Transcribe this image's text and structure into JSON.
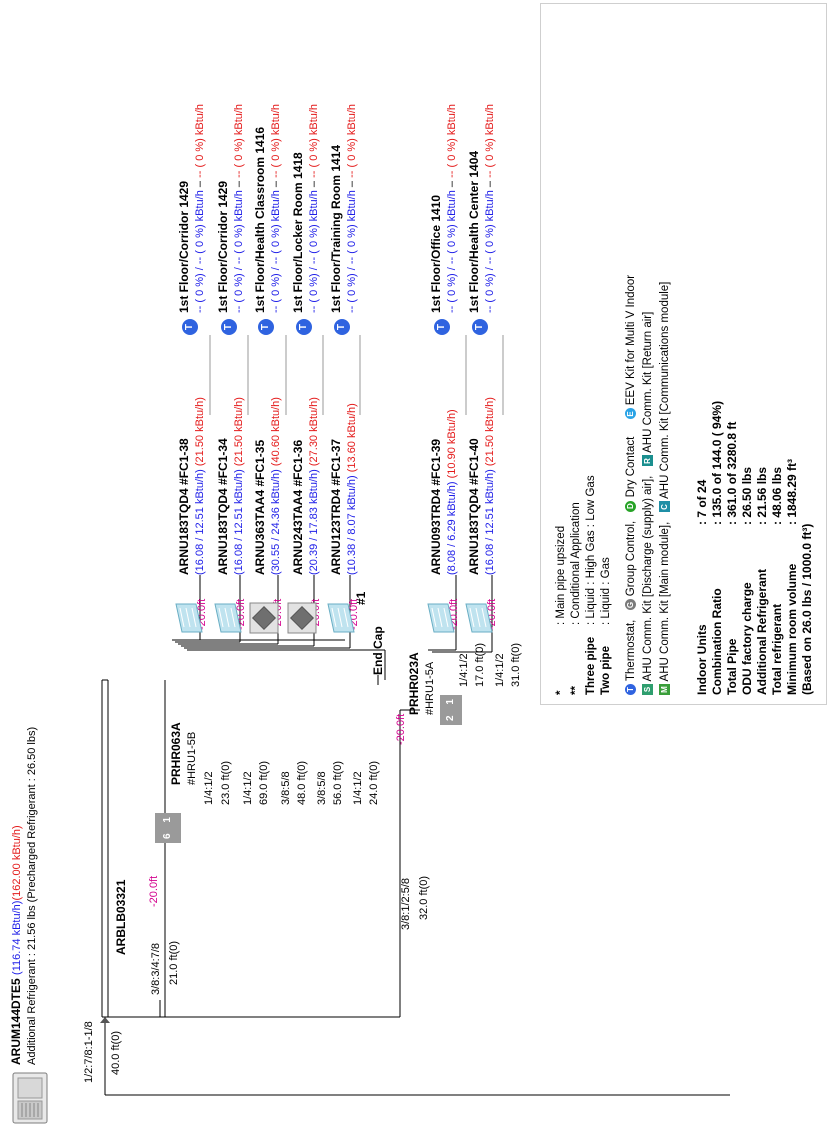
{
  "outdoor_unit": {
    "model": "ARUM144DTE5",
    "capacity": "(116.74 kBtu/h)",
    "rated": "(162.00 kBtu/h)",
    "refrigerant": "Additional Refrigerant : 21.56 lbs (Precharged Refrigerant : 26.50 lbs)",
    "pipe_size": "1/2:7/8:1-1/8",
    "pipe_length": "40.0 ft(0)"
  },
  "y_branch": {
    "model": "ARBLB03321",
    "pipe_a_size": "3/8:3/4:7/8",
    "pipe_a_len": "21.0 ft(0)",
    "pipe_b_size": "3/8:1/2:5/8",
    "pipe_b_len": "32.0 ft(0)"
  },
  "hr_units": [
    {
      "model": "PRHR063A",
      "tag": "#HRU1-5B",
      "elevation": "-20.0ft",
      "box_left": "6",
      "box_right": "1",
      "pipes": [
        {
          "size": "1/4:1/2",
          "len": "23.0 ft(0)"
        },
        {
          "size": "1/4:1/2",
          "len": "69.0 ft(0)"
        },
        {
          "size": "3/8:5/8",
          "len": "48.0 ft(0)"
        },
        {
          "size": "3/8:5/8",
          "len": "56.0 ft(0)"
        },
        {
          "size": "1/4:1/2",
          "len": "24.0 ft(0)"
        }
      ]
    },
    {
      "model": "PRHR023A",
      "tag": "#HRU1-5A",
      "elevation": "-20.0ft",
      "box_left": "2",
      "box_right": "1",
      "pipes": [
        {
          "size": "1/4:1/2",
          "len": "17.0 ft(0)"
        },
        {
          "size": "1/4:1/2",
          "len": "31.0 ft(0)"
        }
      ]
    }
  ],
  "indoor_units": [
    {
      "elev": "-20.0ft",
      "model": "ARNU183TQD4  #FC1-38",
      "cap": "(16.08 / 12.51 kBtu/h)",
      "rated": "(21.50 kBtu/h)",
      "room": "1st Floor/Corridor 1429",
      "load_blue": "-- ( 0 %) / -- ( 0 %) kBtu/h",
      "load_red": "-- ( 0 %) kBtu/h",
      "type": "cassette"
    },
    {
      "elev": "-20.0ft",
      "model": "ARNU183TQD4  #FC1-34",
      "cap": "(16.08 / 12.51 kBtu/h)",
      "rated": "(21.50 kBtu/h)",
      "room": "1st Floor/Corridor 1429",
      "load_blue": "-- ( 0 %) / -- ( 0 %) kBtu/h",
      "load_red": "-- ( 0 %) kBtu/h",
      "type": "cassette"
    },
    {
      "elev": "-20.0ft",
      "model": "ARNU363TAA4  #FC1-35",
      "cap": "(30.55 / 24.36 kBtu/h)",
      "rated": "(40.60 kBtu/h)",
      "room": "1st Floor/Health Classroom 1416",
      "load_blue": "-- ( 0 %) / -- ( 0 %) kBtu/h",
      "load_red": "-- ( 0 %) kBtu/h",
      "type": "square"
    },
    {
      "elev": "-20.0ft",
      "model": "ARNU243TAA4  #FC1-36",
      "cap": "(20.39 / 17.83 kBtu/h)",
      "rated": "(27.30 kBtu/h)",
      "room": "1st Floor/Locker Room 1418",
      "load_blue": "-- ( 0 %) / -- ( 0 %) kBtu/h",
      "load_red": "-- ( 0 %) kBtu/h",
      "type": "square"
    },
    {
      "elev": "-20.0ft",
      "model": "ARNU123TRD4  #FC1-37",
      "cap": "(10.38 / 8.07 kBtu/h)",
      "rated": "(13.60 kBtu/h)",
      "room": "1st Floor/Training Room 1414",
      "load_blue": "-- ( 0 %) / -- ( 0 %) kBtu/h",
      "load_red": "-- ( 0 %) kBtu/h",
      "type": "cassette"
    },
    {
      "elev": "-20.0ft",
      "model": "ARNU093TRD4  #FC1-39",
      "cap": "(8.08 / 6.29 kBtu/h)",
      "rated": "(10.90 kBtu/h)",
      "room": "1st Floor/Office 1410",
      "load_blue": "-- ( 0 %) / -- ( 0 %) kBtu/h",
      "load_red": "-- ( 0 %) kBtu/h",
      "type": "cassette"
    },
    {
      "elev": "-20.0ft",
      "model": "ARNU183TQD4  #FC1-40",
      "cap": "(16.08 / 12.51 kBtu/h)",
      "rated": "(21.50 kBtu/h)",
      "room": "1st Floor/Health Center 1404",
      "load_blue": "-- ( 0 %) / -- ( 0 %) kBtu/h",
      "load_red": "-- ( 0 %) kBtu/h",
      "type": "cassette"
    }
  ],
  "end_cap": {
    "label": "End Cap",
    "number": "#1"
  },
  "thermostat_glyph": "T",
  "legend": {
    "notes": [
      {
        "sym": "*",
        "text": ": Main pipe upsized"
      },
      {
        "sym": "**",
        "text": ": Conditional Application"
      },
      {
        "sym": "Three pipe",
        "text": ": Liquid : High Gas : Low Gas"
      },
      {
        "sym": "Two pipe",
        "text": ": Liquid : Gas"
      }
    ],
    "items_row1": [
      {
        "glyph": "T",
        "color": "#2f63e0",
        "text": "Thermostat,"
      },
      {
        "glyph": "G",
        "color": "#7a7a7a",
        "text": "Group Control,"
      },
      {
        "glyph": "D",
        "color": "#27a327",
        "text": "Dry Contact"
      },
      {
        "glyph": "E",
        "color": "#2aa3e6",
        "text": "EEV Kit for Multi V Indoor"
      }
    ],
    "items_row2": [
      {
        "glyph": "S",
        "color": "#2e9e6e",
        "text": "AHU Comm. Kit [Discharge (supply) air],"
      },
      {
        "glyph": "R",
        "color": "#1b8f8f",
        "text": "AHU Comm. Kit [Return air]"
      }
    ],
    "items_row3": [
      {
        "glyph": "M",
        "color": "#3a9e3a",
        "text": "AHU Comm. Kit [Main module],"
      },
      {
        "glyph": "C",
        "color": "#1f8fa6",
        "text": "AHU Comm. Kit [Communications module]"
      }
    ]
  },
  "summary": [
    {
      "label": "Indoor Units",
      "value": ": 7 of  24"
    },
    {
      "label": "Combination Ratio",
      "value": ": 135.0  of 144.0 ( 94%)"
    },
    {
      "label": "Total Pipe",
      "value": ": 361.0  of 3280.8 ft"
    },
    {
      "label": "ODU factory charge",
      "value": ": 26.50 lbs"
    },
    {
      "label": "Additional Refrigerant",
      "value": ": 21.56 lbs"
    },
    {
      "label": "Total refrigerant",
      "value": ": 48.06 lbs"
    },
    {
      "label": "Minimum room volume",
      "value": ": 1848.29 ft³"
    },
    {
      "label": "(Based on 26.0 lbs / 1000.0 ft³)",
      "value": ""
    }
  ],
  "colors": {
    "blue": "#1e1ee8",
    "red": "#e41b1b",
    "magenta": "#d4008e",
    "hr_box": "#9a9a9a"
  }
}
